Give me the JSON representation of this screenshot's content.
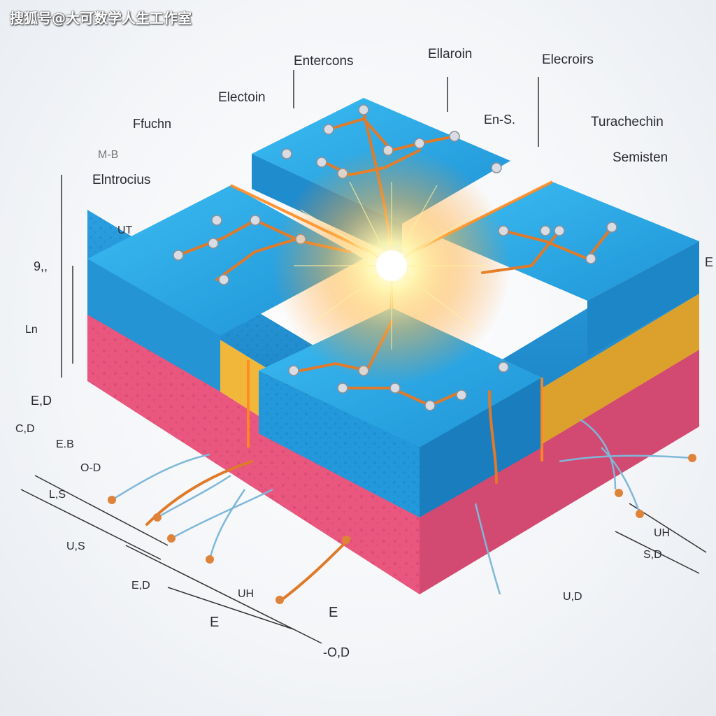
{
  "watermark": "搜狐号@大可数学人生工作室",
  "labels": {
    "entercons": "Entercons",
    "ellaroin": "Ellaroin",
    "elecroirs": "Elecroirs",
    "electoin": "Electoin",
    "ffuchn": "Ffuchn",
    "enS": "En-S.",
    "turachechin": "Turachechin",
    "semisten": "Semisten",
    "elntrocius": "Elntrocius",
    "mb": "M-B",
    "ut": "UT",
    "nine": "9,,",
    "ln": "Ln",
    "ed": "E,D",
    "cd": "C,D",
    "eb": "E.B",
    "od": "O-D",
    "ls": "L,S",
    "us": "U,S",
    "ed2": "E,D",
    "uh": "UH",
    "ee": "E",
    "od2": "-O,D",
    "eright": "E",
    "uhright": "UH",
    "sd": "S,D",
    "ud": "U,D",
    "ebottom": "E"
  },
  "colors": {
    "top_blue": "#2fa9e6",
    "yellow": "#f0b73a",
    "pink": "#e9577f",
    "wire": "#e07a2a",
    "glow": "#fff6b0"
  }
}
